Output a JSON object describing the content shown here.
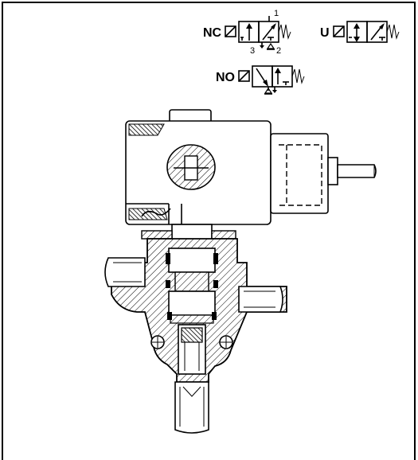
{
  "symbols": {
    "nc": {
      "label": "NC",
      "port_1": "1",
      "port_2": "2",
      "port_3": "3"
    },
    "u": {
      "label": "U"
    },
    "no": {
      "label": "NO"
    }
  }
}
